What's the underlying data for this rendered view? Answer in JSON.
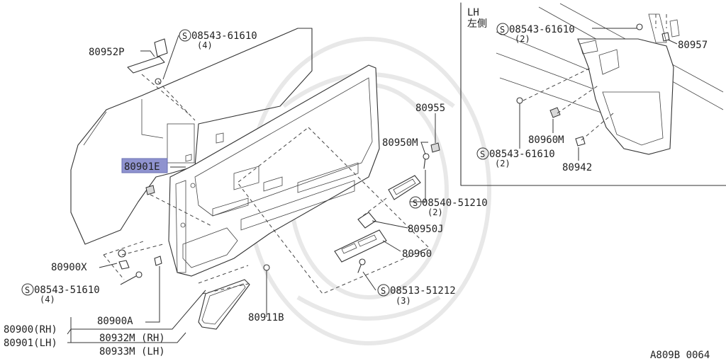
{
  "diagram": {
    "inset_side_label": "LH",
    "inset_side_label_jp": "左側",
    "footer_code": "A809B 0064",
    "highlighted_part": "80901E",
    "callouts": [
      {
        "id": "c1",
        "text": "08543-61610",
        "screw": true,
        "qty": "(4)"
      },
      {
        "id": "c2",
        "text": "80952P"
      },
      {
        "id": "c3",
        "text": "80955"
      },
      {
        "id": "c4",
        "text": "80950M"
      },
      {
        "id": "c5",
        "text": "80901E"
      },
      {
        "id": "c6",
        "text": "08540-51210",
        "screw": true,
        "qty": "(2)"
      },
      {
        "id": "c7",
        "text": "80950J"
      },
      {
        "id": "c8",
        "text": "80960"
      },
      {
        "id": "c9",
        "text": "80900X"
      },
      {
        "id": "c10",
        "text": "08543-51610",
        "screw": true,
        "qty": "(4)"
      },
      {
        "id": "c11",
        "text": "08513-51212",
        "screw": true,
        "qty": "(3)"
      },
      {
        "id": "c12",
        "text": "80911B"
      },
      {
        "id": "c13",
        "text": "80900A"
      },
      {
        "id": "c14",
        "text": "80900(RH)"
      },
      {
        "id": "c15",
        "text": "80901(LH)"
      },
      {
        "id": "c16",
        "text": "80932M (RH)"
      },
      {
        "id": "c17",
        "text": "80933M (LH)"
      },
      {
        "id": "c18",
        "text": "08543-61610",
        "screw": true,
        "qty": "(2)"
      },
      {
        "id": "c19",
        "text": "80957"
      },
      {
        "id": "c20",
        "text": "80960M"
      },
      {
        "id": "c21",
        "text": "08543-61610",
        "screw": true,
        "qty": "(2)"
      },
      {
        "id": "c22",
        "text": "80942"
      }
    ]
  }
}
